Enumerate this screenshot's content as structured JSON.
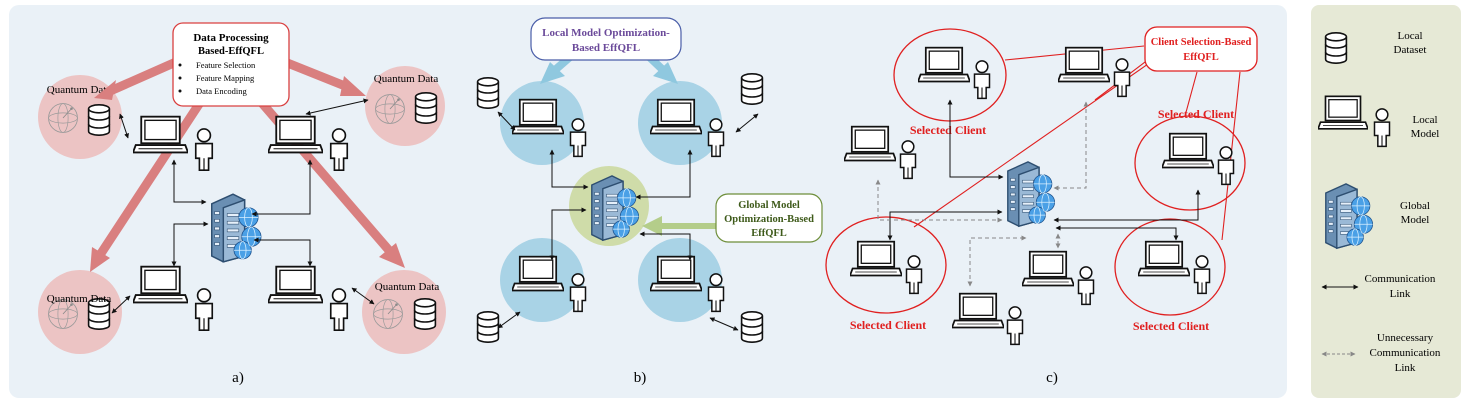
{
  "panel_a": {
    "title_line1": "Data Processing",
    "title_line2": "Based-EffQFL",
    "bullets": [
      "Feature Selection",
      "Feature Mapping",
      "Data Encoding"
    ],
    "quantum_data_label": "Quantum Data",
    "caption": "a)"
  },
  "panel_b": {
    "local_opt_line1": "Local Model Optimization-",
    "local_opt_line2": "Based EffQFL",
    "global_opt_line1": "Global Model",
    "global_opt_line2": "Optimization-Based",
    "global_opt_line3": "EffQFL",
    "caption": "b)"
  },
  "panel_c": {
    "client_sel_line1": "Client Selection-Based",
    "client_sel_line2": "EffQFL",
    "selected_client_label": "Selected Client",
    "caption": "c)"
  },
  "legend": {
    "local_dataset_line1": "Local",
    "local_dataset_line2": "Dataset",
    "local_model_line1": "Local",
    "local_model_line2": "Model",
    "global_model_line1": "Global",
    "global_model_line2": "Model",
    "comm_link_line1": "Communication",
    "comm_link_line2": "Link",
    "unnec_line1": "Unnecessary",
    "unnec_line2": "Communication",
    "unnec_line3": "Link"
  },
  "colors": {
    "panel_bg": "#eaf1f7",
    "legend_bg": "#e6e9d6",
    "quantum_circle": "#ecc4c4",
    "thick_arrow": "#d97f7f",
    "client_circle": "#a9d3e6",
    "server_circle": "#cfdca9",
    "local_opt_arrow": "#8fc8df",
    "global_opt_arrow": "#b4cd8a",
    "selected_red": "#e02020",
    "local_opt_text": "#6b4a9a",
    "global_opt_border": "#6e8e3a"
  }
}
